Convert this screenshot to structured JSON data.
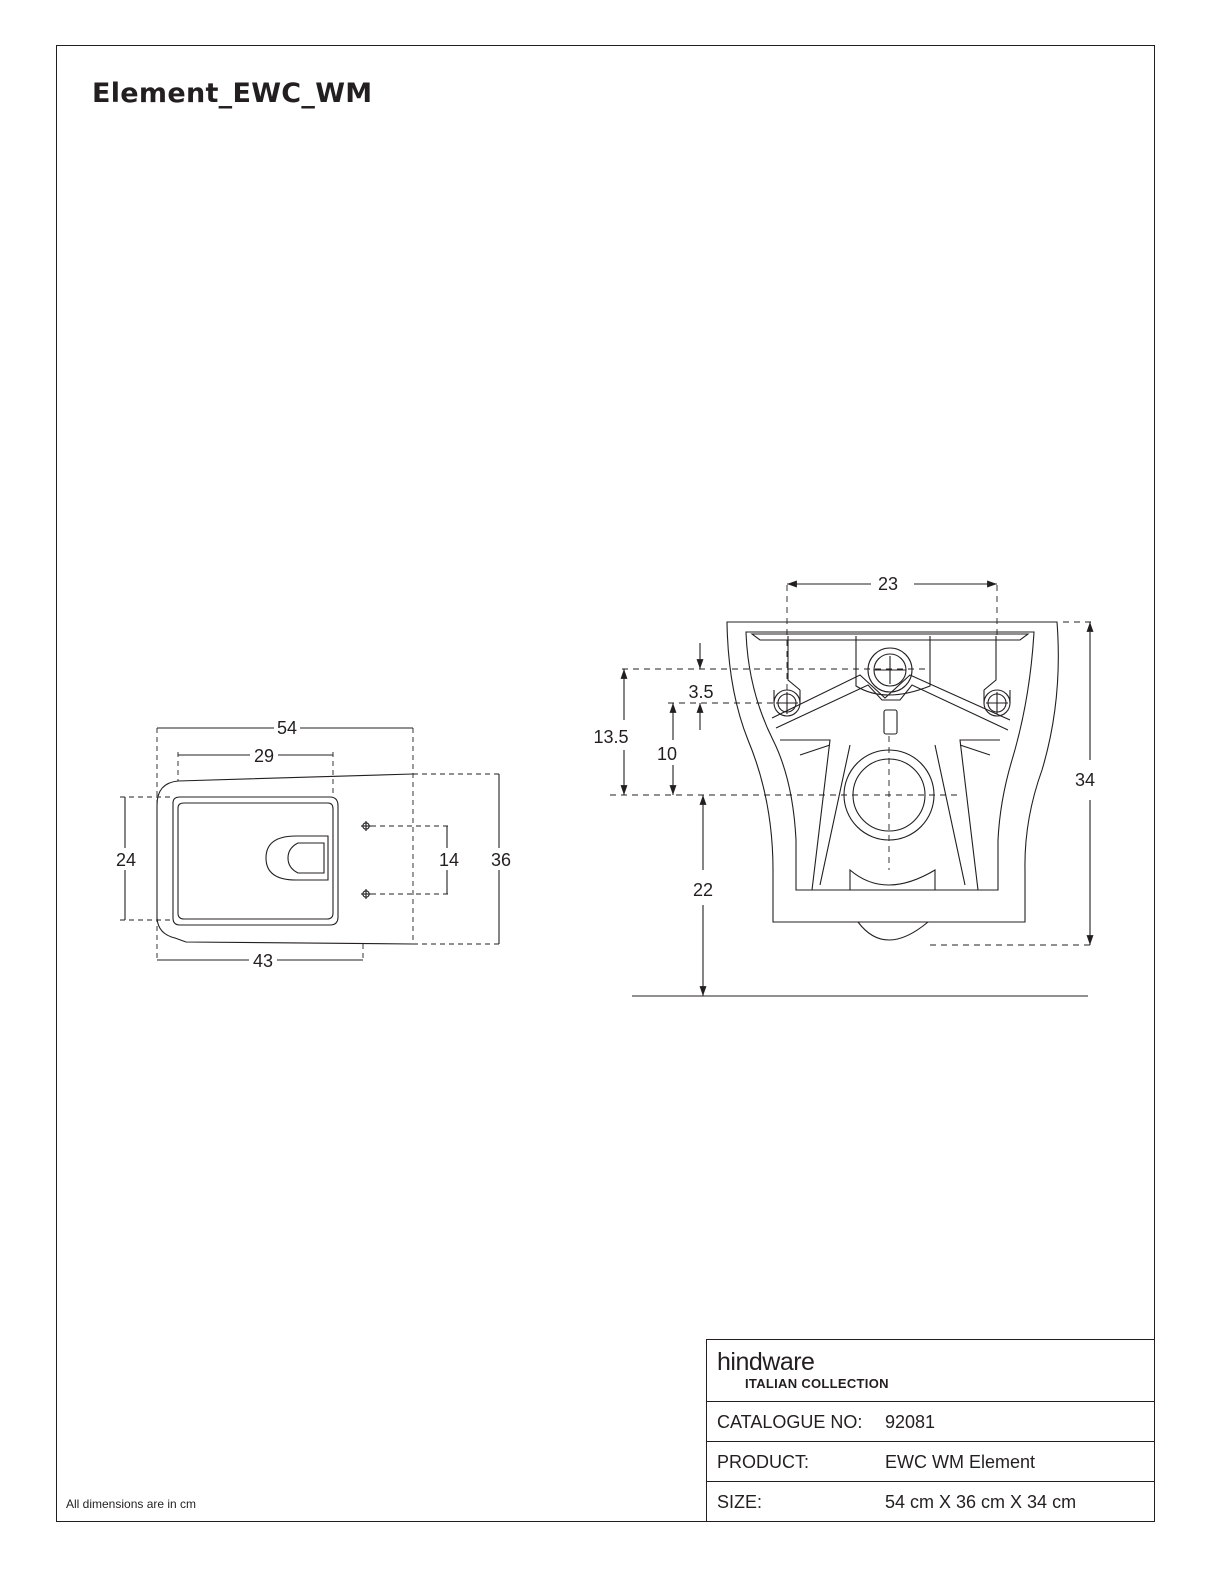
{
  "title": "Element_EWC_WM",
  "note": "All dimensions are in cm",
  "title_block": {
    "logo_word": "hindware",
    "logo_sub": "ITALIAN COLLECTION",
    "rows": [
      {
        "label": "CATALOGUE NO:",
        "value": "92081"
      },
      {
        "label": "PRODUCT:",
        "value": "EWC WM Element"
      },
      {
        "label": "SIZE:",
        "value": "54 cm X 36 cm X 34 cm"
      }
    ]
  },
  "top_view_dims": {
    "overall_length": "54",
    "seat_length": "29",
    "base_length": "43",
    "bowl_width": "24",
    "overall_width": "36",
    "fix_spacing": "14"
  },
  "rear_view_dims": {
    "fix_hole_spacing": "23",
    "height": "34",
    "drain_offset": "13.5",
    "fix_offset": "10",
    "hole_offset": "3.5",
    "floor_height": "22"
  },
  "colors": {
    "line": "#231f20",
    "background": "#ffffff"
  }
}
